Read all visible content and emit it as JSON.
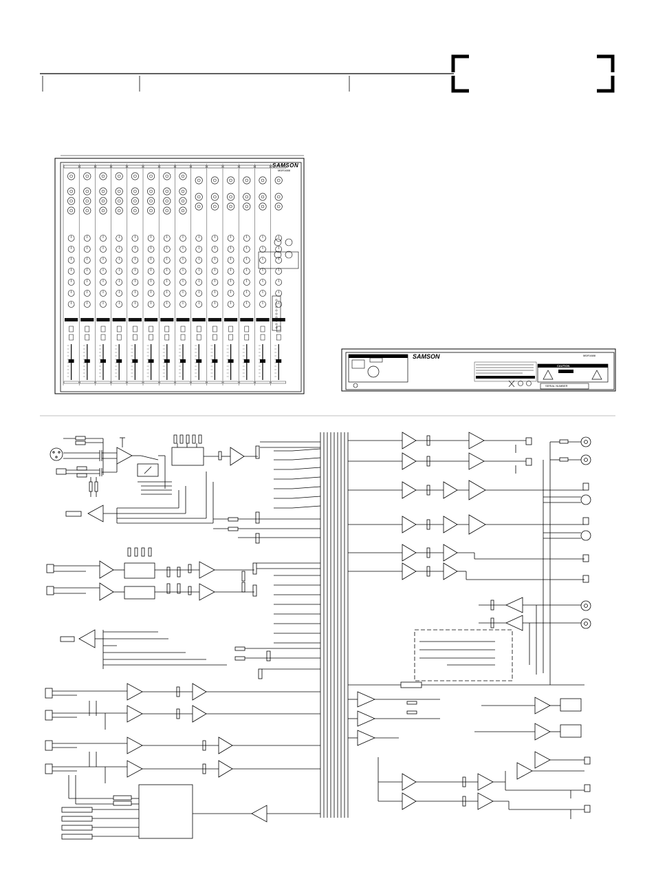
{
  "panel": {
    "brand": "SAMSON",
    "model": "MDR1688"
  },
  "rear_panel": {
    "brand": "SAMSON",
    "model": "MDR1688",
    "caution_label": "CAUTION",
    "serial_label": "SERIAL NUMBER"
  },
  "colors": {
    "ink": "#000000",
    "paper": "#ffffff",
    "strip": "#111111"
  }
}
